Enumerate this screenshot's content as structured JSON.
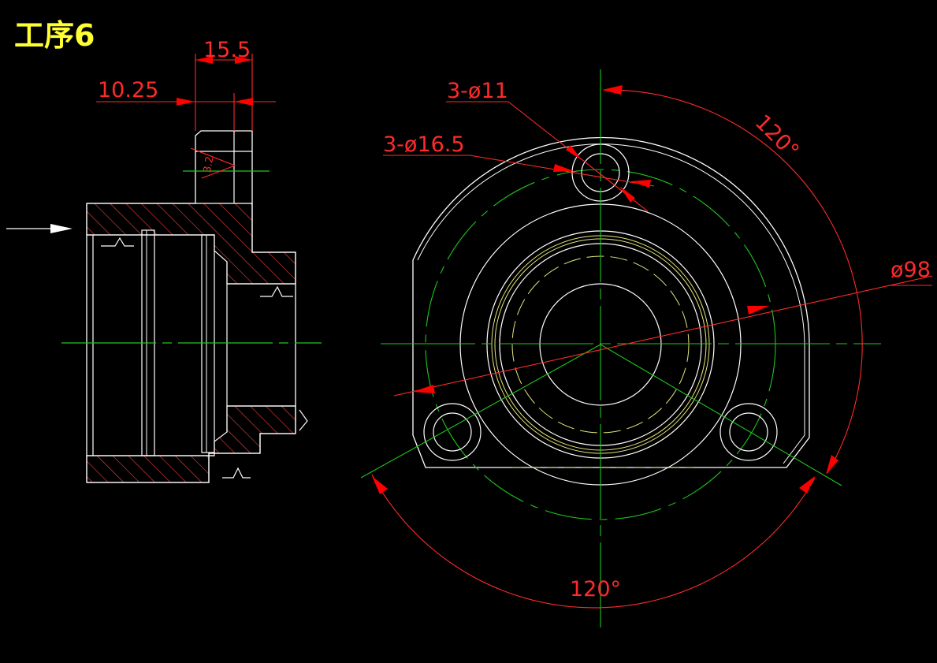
{
  "title": "工序6",
  "dimensions": {
    "width_15_5": "15.5",
    "width_10_25": "10.25",
    "hole_small": "3-ø11",
    "hole_large": "3-ø16.5",
    "angle_top": "120°",
    "angle_bottom": "120°",
    "diameter": "ø98",
    "roughness": "3.2"
  },
  "colors": {
    "background": "#000000",
    "outline": "#ffffff",
    "dimension": "#ff2a2a",
    "arrow": "#ff0000",
    "centerline": "#1fc61f",
    "hatch": "#ff3b3b",
    "title": "#ffff33",
    "hidden_yellow": "#e6e67a"
  }
}
